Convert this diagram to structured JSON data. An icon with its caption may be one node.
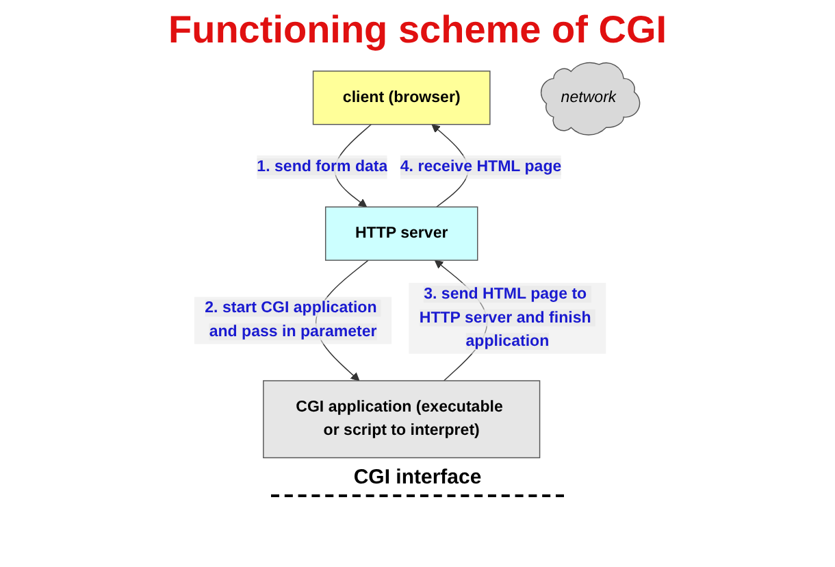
{
  "diagram": {
    "title": "Functioning scheme of CGI",
    "nodes": [
      {
        "text": [
          "client (browser)"
        ]
      },
      {
        "text": [
          "HTTP server"
        ]
      },
      {
        "text": [
          "CGI application (executable or script to interpret)"
        ]
      },
      {
        "text": [
          "network"
        ]
      }
    ],
    "edges": [
      {
        "from": 0,
        "to": 1,
        "arrow": "to",
        "label": "1. send form data"
      },
      {
        "from": 1,
        "to": 2,
        "arrow": "to",
        "label": "2. start CGI application and pass in parameter"
      },
      {
        "from": 2,
        "to": 1,
        "arrow": "to",
        "label": "3. send HTML page to HTTP server and finish application"
      },
      {
        "from": 1,
        "to": 0,
        "arrow": "to",
        "label": "4. receive HTML page"
      }
    ],
    "labels": [
      "CGI interface"
    ]
  }
}
